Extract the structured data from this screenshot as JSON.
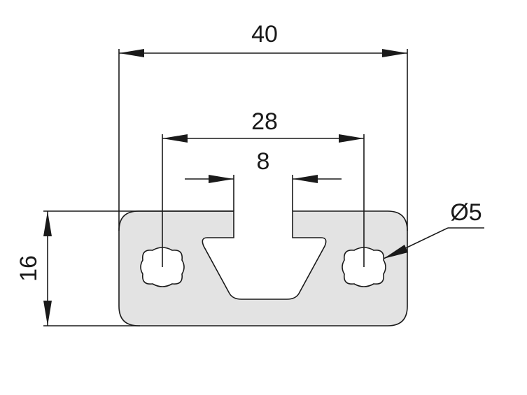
{
  "dimensions": {
    "overall_width": "40",
    "hole_spacing": "28",
    "slot_opening": "8",
    "height": "16",
    "hole_diameter": "Ø5"
  }
}
